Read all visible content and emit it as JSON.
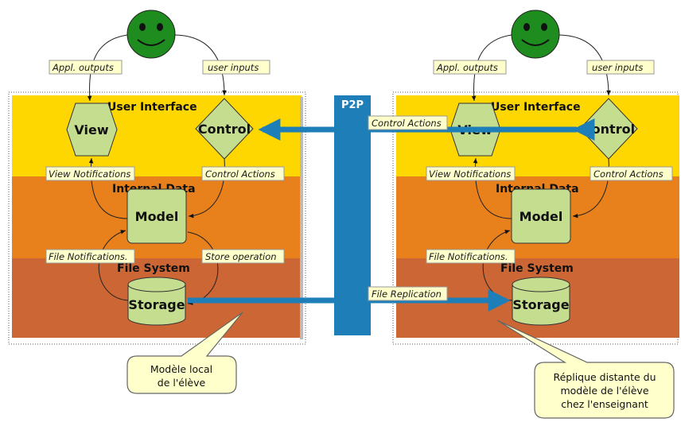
{
  "layers": {
    "user_interface": "User Interface",
    "internal_data": "Internal Data",
    "file_system": "File System"
  },
  "nodes": {
    "view": "View",
    "control": "Control",
    "model": "Model",
    "storage": "Storage"
  },
  "edges": {
    "appl_outputs": "Appl. outputs",
    "user_inputs": "user inputs",
    "view_notifications": "View Notifications",
    "control_actions": "Control Actions",
    "file_notifications": "File Notifications.",
    "store_operation": "Store operation"
  },
  "p2p": {
    "label": "P2P",
    "control_actions": "Control Actions",
    "file_replication": "File Replication"
  },
  "notes": {
    "left_line1": "Modèle local",
    "left_line2": "de l'élève",
    "right_line1": "Réplique distante du",
    "right_line2": "modèle de l'élève",
    "right_line3": "chez l'enseignant"
  },
  "colors": {
    "ui_layer": "#FFD700",
    "data_layer": "#E8801C",
    "fs_layer": "#CD6635",
    "node_fill": "#C5DD8F",
    "smiley": "#1E8C1E",
    "p2p": "#1E7FB8",
    "note": "#FFFFCC"
  }
}
